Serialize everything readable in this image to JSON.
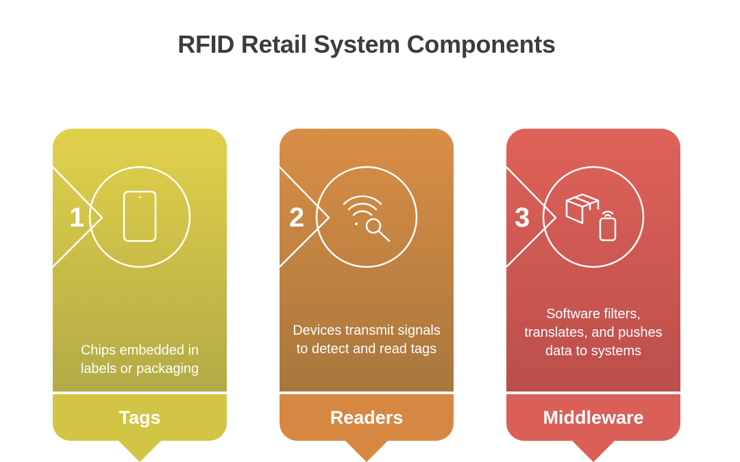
{
  "title": "RFID Retail System Components",
  "cards": [
    {
      "number": "1",
      "label": "Tags",
      "description": "Chips embedded in labels or packaging",
      "icon": "smartphone-icon",
      "color_top": "#e1d14a",
      "color_bottom": "#b2aa46",
      "label_color": "#d2c444"
    },
    {
      "number": "2",
      "label": "Readers",
      "description": "Devices transmit signals to detect and read tags",
      "icon": "wifi-search-icon",
      "color_top": "#d98e46",
      "color_bottom": "#a8773c",
      "label_color": "#d68843"
    },
    {
      "number": "3",
      "label": "Middleware",
      "description": "Software filters, translates, and pushes data to systems",
      "icon": "package-device-icon",
      "color_top": "#df6259",
      "color_bottom": "#bb4e4b",
      "label_color": "#da5f56"
    }
  ]
}
